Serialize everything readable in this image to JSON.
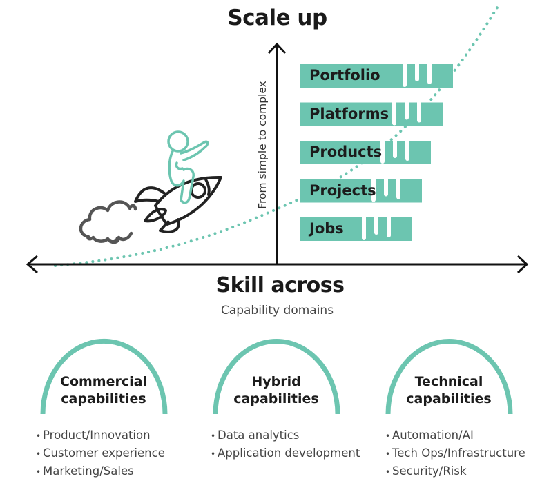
{
  "colors": {
    "accent": "#6cc5b0",
    "axis": "#111111",
    "rocket_outline": "#222222",
    "cloud": "#555555",
    "text": "#1a1a1a",
    "subtext": "#444444"
  },
  "diagram": {
    "title_top": "Scale up",
    "title_bottom": "Skill across",
    "subtitle_bottom": "Capability domains",
    "vertical_axis_label": "From simple to complex",
    "icons": [
      "rocket-icon",
      "astronaut-icon",
      "cloud-icon",
      "up-arrow-icon",
      "left-arrow-icon",
      "right-arrow-icon"
    ],
    "levels": [
      {
        "label": "Portfolio",
        "rank": 5
      },
      {
        "label": "Platforms",
        "rank": 4
      },
      {
        "label": "Products",
        "rank": 3
      },
      {
        "label": "Projects",
        "rank": 2
      },
      {
        "label": "Jobs",
        "rank": 1
      }
    ],
    "domains": [
      {
        "title_line1": "Commercial",
        "title_line2": "capabilities",
        "items": [
          "Product/Innovation",
          "Customer experience",
          "Marketing/Sales"
        ]
      },
      {
        "title_line1": "Hybrid",
        "title_line2": "capabilities",
        "items": [
          "Data analytics",
          "Application development"
        ]
      },
      {
        "title_line1": "Technical",
        "title_line2": "capabilities",
        "items": [
          "Automation/AI",
          "Tech Ops/Infrastructure",
          "Security/Risk"
        ]
      }
    ],
    "bullet": "•"
  }
}
